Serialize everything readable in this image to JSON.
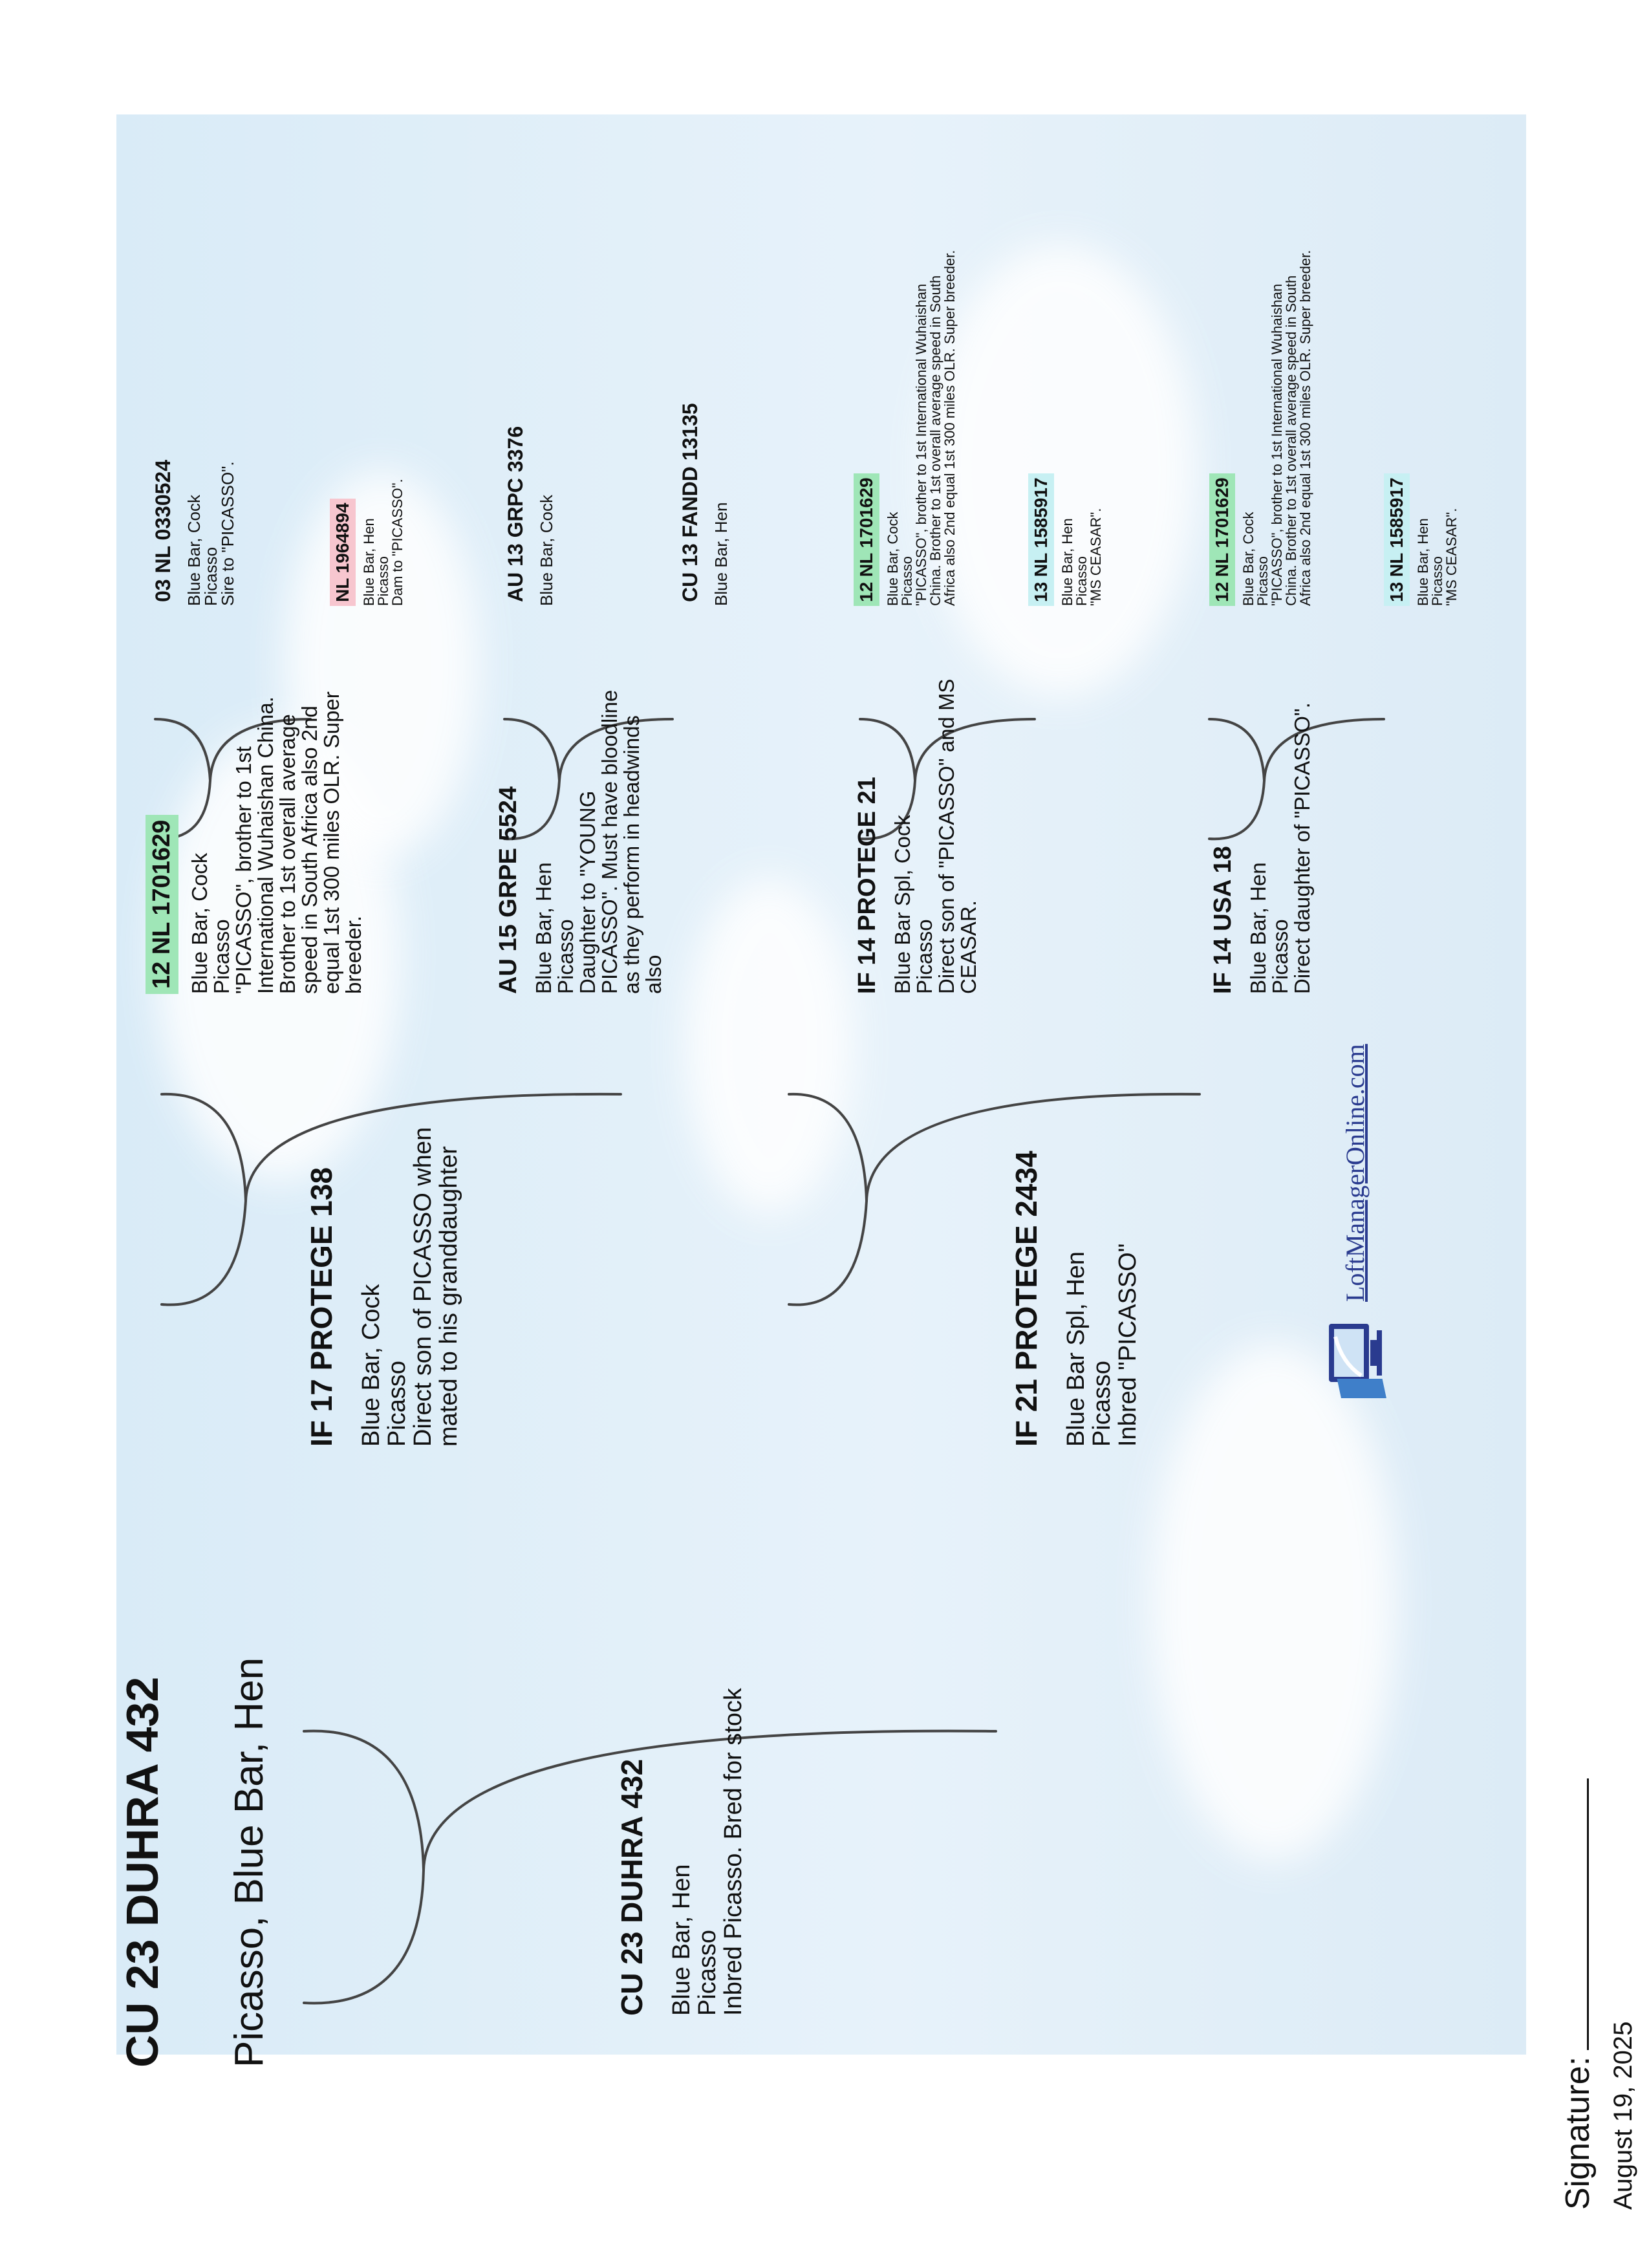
{
  "header": {
    "title": "CU 23 DUHRA 432",
    "subtitle": "Picasso, Blue Bar, Hen"
  },
  "subject": {
    "id": "CU 23 DUHRA 432",
    "lines": "Blue Bar, Hen\nPicasso\nInbred Picasso. Bred for stock"
  },
  "sire": {
    "id": "IF 17 PROTEGE 138",
    "lines": "Blue Bar, Cock\nPicasso\nDirect son of PICASSO when\nmated to his granddaughter"
  },
  "dam": {
    "id": "IF 21 PROTEGE 2434",
    "lines": "Blue Bar Spl, Hen\nPicasso\nInbred \"PICASSO\""
  },
  "sire_sire": {
    "id": "12 NL 1701629",
    "lines": "Blue Bar, Cock\nPicasso\n\"PICASSO\", brother to 1st\nInternational Wuhaishan China.\nBrother to 1st overall average\nspeed in South Africa also 2nd\nequal 1st 300 miles OLR. Super\nbreeder."
  },
  "sire_dam": {
    "id": "AU 15 GRPE 5524",
    "lines": "Blue Bar, Hen\nPicasso\nDaughter to \"YOUNG\nPICASSO\". Must have bloodline\nas they perform in headwinds\nalso"
  },
  "dam_sire": {
    "id": "IF 14 PROTEGE 21",
    "lines": "Blue Bar Spl, Cock\nPicasso\nDirect son of \"PICASSO\" and MS\nCEASAR."
  },
  "dam_dam": {
    "id": "IF 14 USA 18",
    "lines": "Blue Bar, Hen\nPicasso\nDirect daughter of \"PICASSO\"."
  },
  "g3": [
    {
      "id": "03 NL 0330524",
      "lines": "Blue Bar, Cock\nPicasso\nSire to \"PICASSO\".",
      "highlight": ""
    },
    {
      "id": "NL 1964894",
      "lines": "Blue Bar, Hen\nPicasso\nDam to \"PICASSO\".",
      "highlight": "pink"
    },
    {
      "id": "AU 13 GRPC 3376",
      "lines": "Blue Bar, Cock",
      "highlight": ""
    },
    {
      "id": "CU 13 FANDD 13135",
      "lines": "Blue Bar, Hen",
      "highlight": ""
    },
    {
      "id": "12 NL 1701629",
      "lines": "Blue Bar, Cock\nPicasso\n\"PICASSO\", brother to 1st International Wuhaishan\nChina. Brother to 1st overall average speed in South\nAfrica also 2nd equal 1st 300 miles OLR. Super breeder.",
      "highlight": "green"
    },
    {
      "id": "13 NL 1585917",
      "lines": "Blue Bar, Hen\nPicasso\n\"MS CEASAR\".",
      "highlight": "cyan"
    },
    {
      "id": "12 NL 1701629",
      "lines": "Blue Bar, Cock\nPicasso\n\"PICASSO\", brother to 1st International Wuhaishan\nChina. Brother to 1st overall average speed in South\nAfrica also 2nd equal 1st 300 miles OLR. Super breeder.",
      "highlight": "green"
    },
    {
      "id": "13 NL 1585917",
      "lines": "Blue Bar, Hen\nPicasso\n\"MS CEASAR\".",
      "highlight": "cyan"
    }
  ],
  "footer": {
    "signature_label": "Signature:",
    "date": "August 19, 2025",
    "logo_text": "LoftManagerOnline.com"
  },
  "colors": {
    "sky": "#dcebf6",
    "highlight_green": "#9fe6b7",
    "highlight_pink": "#f7c6cf",
    "highlight_cyan": "#c7f0f3",
    "logo": "#2a3b8f"
  }
}
